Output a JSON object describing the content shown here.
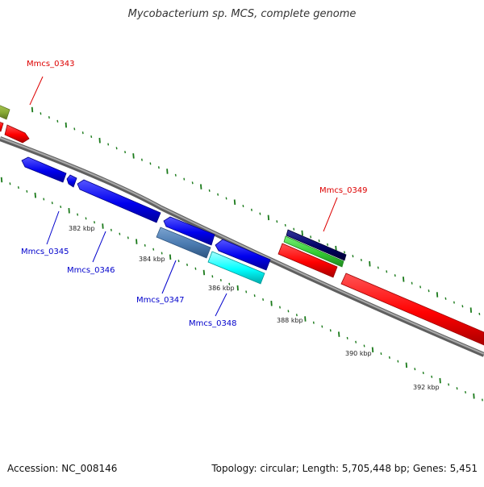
{
  "viewer": {
    "title": "Mycobacterium sp. MCS, complete genome",
    "accession": "Accession: NC_008146",
    "summary": "Topology: circular; Length: 5,705,448 bp; Genes: 5,451"
  },
  "scale": {
    "unit": "kbp",
    "ticks": [
      {
        "value": 382,
        "label": "382 kbp"
      },
      {
        "value": 384,
        "label": "384 kbp"
      },
      {
        "value": 386,
        "label": "386 kbp"
      },
      {
        "value": 388,
        "label": "388 kbp"
      },
      {
        "value": 390,
        "label": "390 kbp"
      },
      {
        "value": 392,
        "label": "392 kbp"
      }
    ]
  },
  "genes": [
    {
      "label": "Mmcs_0343",
      "color": "#dd0000"
    },
    {
      "label": "Mmcs_0345",
      "color": "#0000cc"
    },
    {
      "label": "Mmcs_0346",
      "color": "#0000cc"
    },
    {
      "label": "Mmcs_0347",
      "color": "#0000cc"
    },
    {
      "label": "Mmcs_0348",
      "color": "#0000cc"
    },
    {
      "label": "Mmcs_0349",
      "color": "#dd0000"
    }
  ],
  "colors": {
    "backbone": "#8a8a8a",
    "forward_feature": "#ff0000",
    "reverse_feature": "#0000ee",
    "feature_steelblue": "#4a7ab0",
    "feature_cyan": "#00ffff",
    "feature_navy": "#000066",
    "feature_green": "#33cc33",
    "feature_olive": "#88aa33",
    "gc_marks": "#1a7a1a"
  }
}
